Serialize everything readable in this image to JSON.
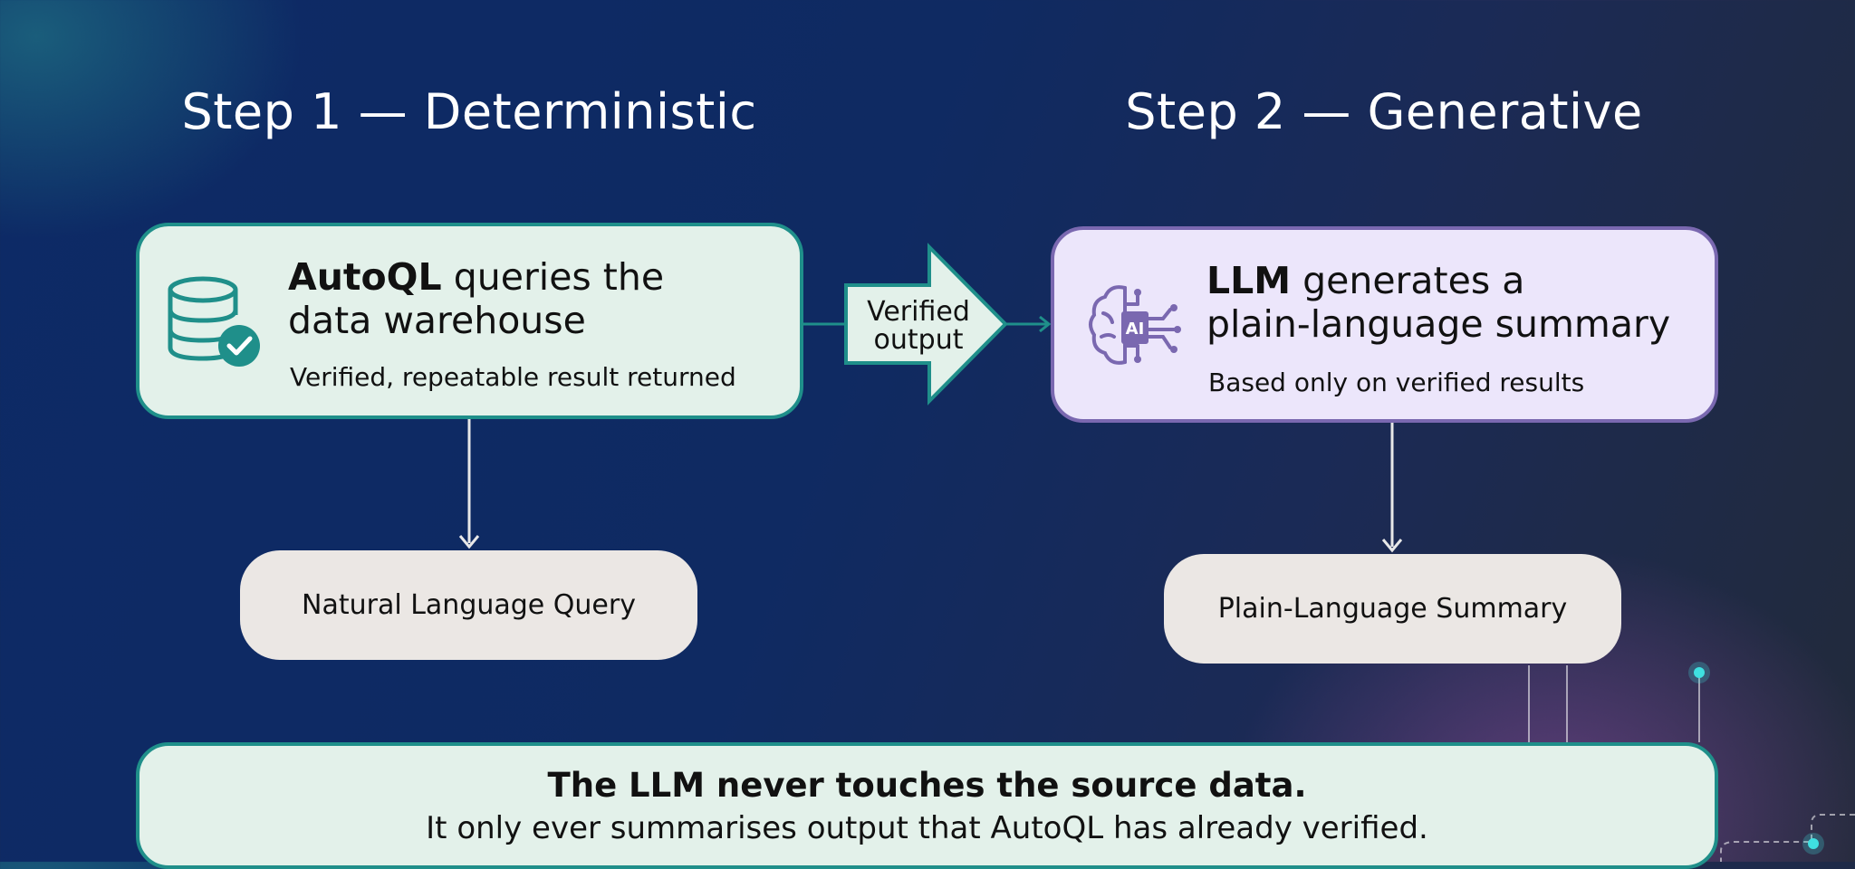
{
  "step1": {
    "heading": "Step 1 — Deterministic",
    "card_title_bold": "AutoQL",
    "card_title_line1_rest": " queries the",
    "card_title_line2": "data warehouse",
    "card_subtitle": "Verified, repeatable result returned",
    "icon": "database-check-icon",
    "output_label": "Natural Language Query"
  },
  "connector": {
    "label_line1": "Verified",
    "label_line2": "output"
  },
  "step2": {
    "heading": "Step 2 — Generative",
    "card_title_bold": "LLM",
    "card_title_line1_rest": " generates a",
    "card_title_line2": "plain-language summary",
    "card_subtitle": "Based only on verified results",
    "icon": "ai-brain-icon",
    "icon_text": "AI",
    "output_label": "Plain-Language Summary"
  },
  "banner": {
    "main": "The LLM never touches the source data.",
    "sub": "It only ever summarises output that AutoQL has already verified."
  },
  "colors": {
    "teal": "#1f8f8a",
    "purple": "#7a68b0",
    "card_green": "#e3f1ea",
    "card_purple": "#ece6fb",
    "pill": "#ebe7e4"
  }
}
